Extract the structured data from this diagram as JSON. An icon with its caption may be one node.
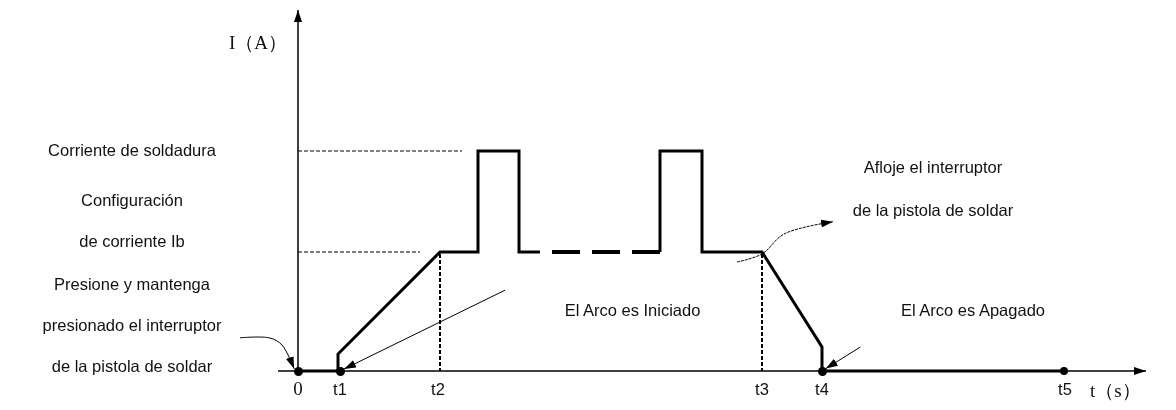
{
  "diagram": {
    "nodes": [
      {
        "text": [
          "Afloje el interruptor de la pistola de soldar"
        ]
      },
      {
        "text": [
          "Presione y mantenga presionado el interruptor de la pistola de soldar"
        ]
      },
      {
        "text": [
          "El Arco es Iniciado"
        ]
      },
      {
        "text": [
          "El Arco es Apagado"
        ]
      },
      {
        "text": [],
        "shape": "circle"
      },
      {
        "text": [],
        "shape": "circle"
      },
      {
        "text": [],
        "shape": "circle"
      }
    ],
    "edges": [
      {
        "from": 1,
        "to": 4,
        "arrow": "to"
      },
      {
        "from": 2,
        "to": 5,
        "arrow": "to"
      },
      {
        "from": null,
        "to": 0,
        "arrow": "to",
        "style": "dashed"
      },
      {
        "from": 3,
        "to": 6,
        "arrow": "to"
      }
    ],
    "labels": [
      "I（A）",
      "Corriente de soldadura",
      "Configuración de corriente Ib",
      "0",
      "t1",
      "t2",
      "t3",
      "t4",
      "t5",
      "t（s）"
    ]
  }
}
